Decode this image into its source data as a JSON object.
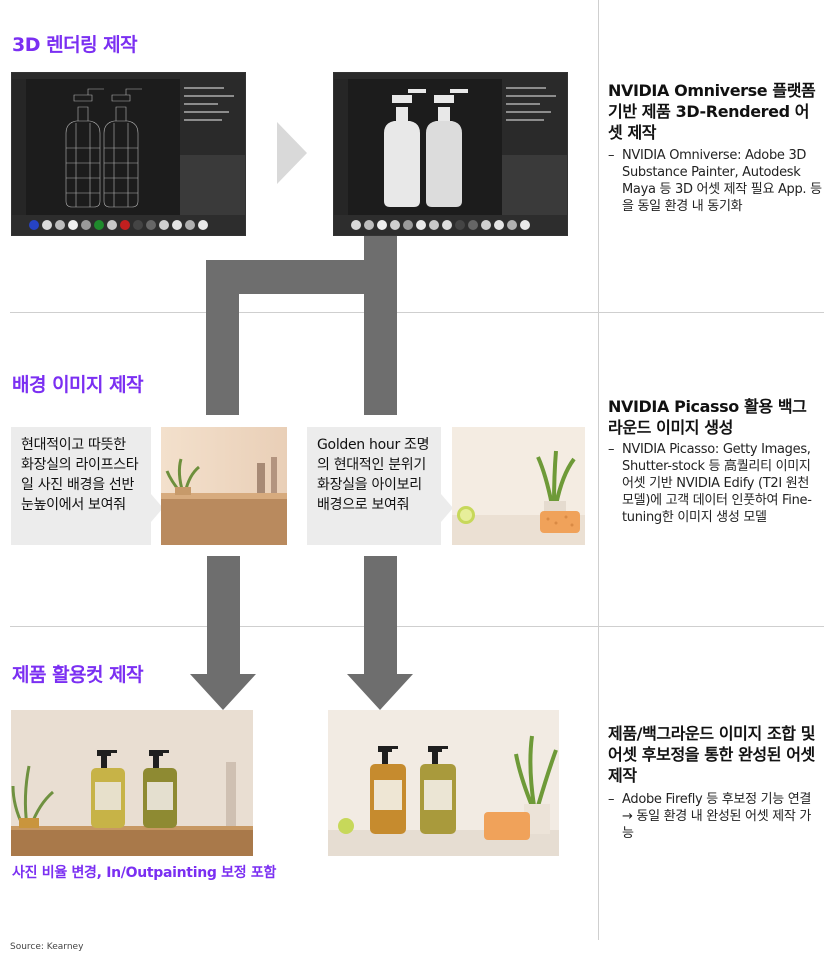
{
  "sections": {
    "rendering_title": "3D 렌더링 제작",
    "background_title": "배경 이미지 제작",
    "product_title": "제품 활용컷 제작"
  },
  "prompts": {
    "prompt1": "현대적이고 따뜻한 화장실의 라이프스타일 사진 배경을 선반 눈높이에서 보여줘",
    "prompt2": "Golden hour 조명의 현대적인 분위기 화장실을 아이보리 배경으로 보여줘"
  },
  "caption": "사진 비율 변경, In/Outpainting 보정 포함",
  "right_panel": {
    "omniverse": {
      "title": "NVIDIA Omniverse 플랫폼 기반 제품 3D-Rendered 어셋 제작",
      "bullet": "NVIDIA Omniverse: Adobe 3D Substance Painter, Autodesk Maya 등 3D 어셋 제작 필요 App. 등을 동일 환경 내 동기화"
    },
    "picasso": {
      "title": "NVIDIA Picasso 활용 백그라운드 이미지 생성",
      "bullet": "NVIDIA Picasso: Getty Images, Shutter-stock 등 高퀄리티 이미지 어셋 기반 NVIDIA Edify (T2I 원천 모델)에 고객 데이터 인풋하여 Fine-tuning한 이미지 생성 모델"
    },
    "combine": {
      "title": "제품/백그라운드 이미지 조합 및 어셋 후보정을 통한 완성된 어셋 제작",
      "bullet": "Adobe Firefly 등 후보정 기능 연결 → 동일 환경 내 완성된 어셋 제작 가능"
    }
  },
  "dash": "–",
  "source": "Source: Kearney",
  "colors": {
    "accent": "#7b2ff2",
    "flow": "#6e6e6e",
    "divider": "#cfcfcf",
    "prompt_bg": "#ececec"
  }
}
